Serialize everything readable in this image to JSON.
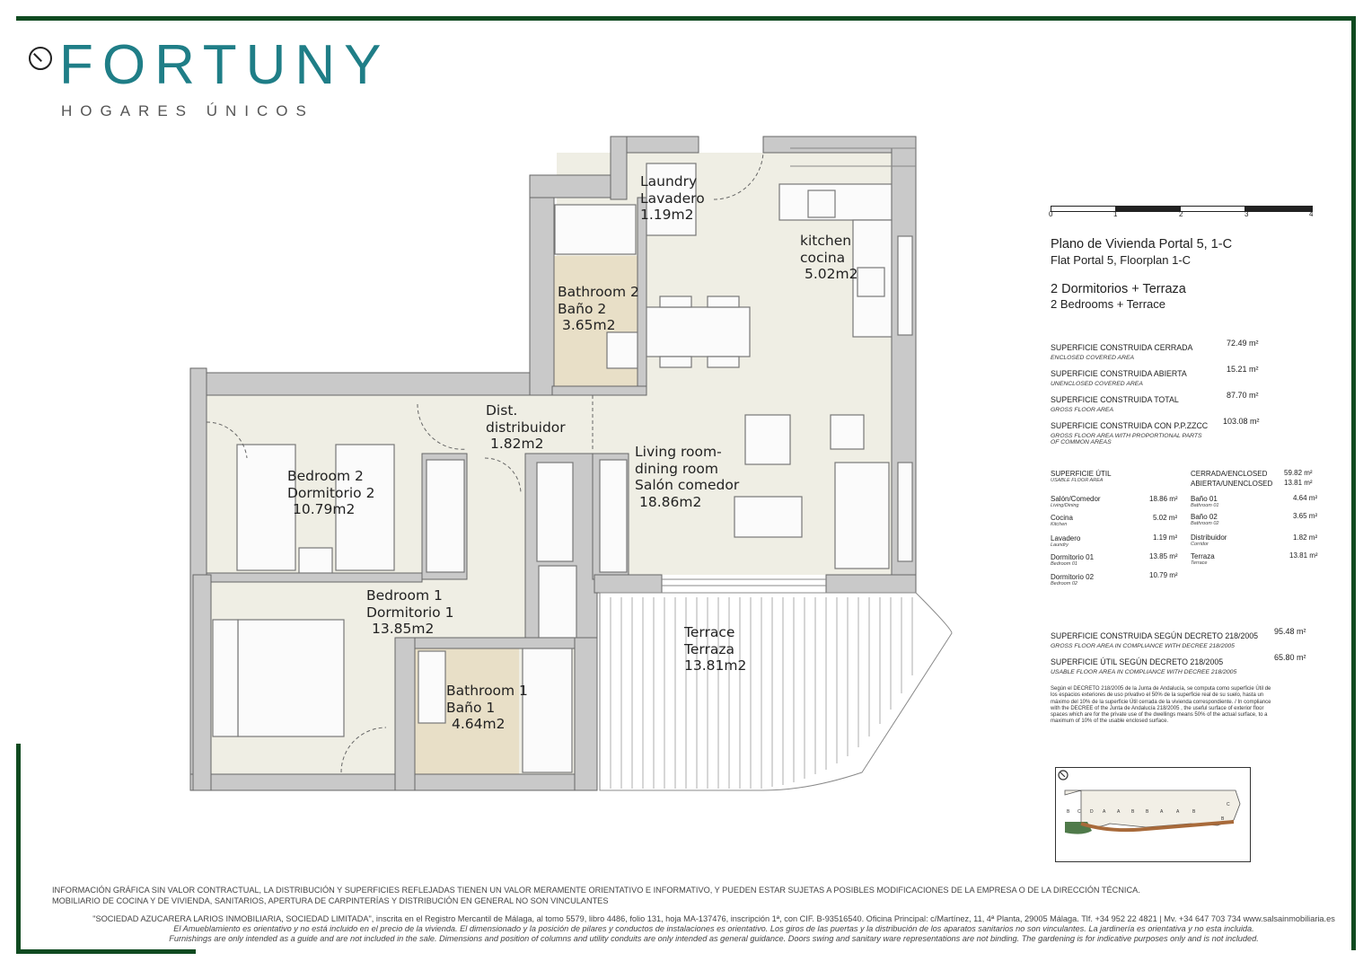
{
  "brand": {
    "name": "FORTUNY",
    "tagline": "HOGARES ÚNICOS"
  },
  "rooms": {
    "laundry": [
      "Laundry",
      "Lavadero",
      "1.19m2"
    ],
    "kitchen": [
      "kitchen",
      "cocina",
      "5.02m2"
    ],
    "bath2": [
      "Bathroom 2",
      "Baño 2",
      "3.65m2"
    ],
    "dist": [
      "Dist.",
      "distribuidor",
      "1.82m2"
    ],
    "bedroom2": [
      "Bedroom 2",
      "Dormitorio 2",
      "10.79m2"
    ],
    "living": [
      "Living room-",
      "dining room",
      "Salón comedor",
      "18.86m2"
    ],
    "bedroom1": [
      "Bedroom 1",
      "Dormitorio 1",
      "13.85m2"
    ],
    "terrace": [
      "Terrace",
      "Terraza",
      "13.81m2"
    ],
    "bath1": [
      "Bathroom 1",
      "Baño 1",
      "4.64m2"
    ]
  },
  "scale": {
    "labels": [
      "0",
      "1",
      "2",
      "3",
      "4"
    ]
  },
  "title": {
    "line1": "Plano de Vivienda Portal 5, 1-C",
    "line2": "Flat Portal 5, Floorplan 1-C",
    "line3": "2 Dormitorios + Terraza",
    "line4": "2 Bedrooms + Terrace"
  },
  "areas": [
    {
      "label": "SUPERFICIE CONSTRUIDA CERRADA",
      "sub": "ENCLOSED COVERED AREA",
      "value": "72.49 m²"
    },
    {
      "label": "SUPERFICIE CONSTRUIDA ABIERTA",
      "sub": "UNENCLOSED COVERED AREA",
      "value": "15.21 m²"
    },
    {
      "label": "SUPERFICIE CONSTRUIDA TOTAL",
      "sub": "GROSS FLOOR AREA",
      "value": "87.70 m²"
    },
    {
      "label": "SUPERFICIE CONSTRUIDA CON P.P.ZZCC",
      "sub": "GROSS FLOOR AREA WITH PROPORTIONAL PARTS OF COMMON AREAS",
      "value": "103.08 m²"
    }
  ],
  "usable": {
    "label": "SUPERFICIE ÚTIL",
    "sub": "USABLE FLOOR AREA",
    "enclosed_label": "CERRADA/ENCLOSED",
    "enclosed_value": "59.82 m²",
    "open_label": "ABIERTA/UNENCLOSED",
    "open_value": "13.81 m²",
    "left": [
      {
        "label": "Salón/Comedor",
        "sub": "Living/Dining",
        "value": "18.86 m²"
      },
      {
        "label": "Cocina",
        "sub": "Kitchen",
        "value": "5.02 m²"
      },
      {
        "label": "Lavadero",
        "sub": "Laundry",
        "value": "1.19 m²"
      },
      {
        "label": "Dormitorio 01",
        "sub": "Bedroom 01",
        "value": "13.85 m²"
      },
      {
        "label": "Dormitorio 02",
        "sub": "Bedroom 02",
        "value": "10.79 m²"
      }
    ],
    "right": [
      {
        "label": "Baño 01",
        "sub": "Bathroom 01",
        "value": "4.64 m²"
      },
      {
        "label": "Baño 02",
        "sub": "Bathroom 02",
        "value": "3.65 m²"
      },
      {
        "label": "Distribuidor",
        "sub": "Corridor",
        "value": "1.82 m²"
      },
      {
        "label": "Terraza",
        "sub": "Terrace",
        "value": "13.81 m²"
      }
    ]
  },
  "decree": [
    {
      "label": "SUPERFICIE CONSTRUIDA SEGÚN DECRETO 218/2005",
      "sub": "GROSS FLOOR AREA IN COMPLIANCE WITH DECREE 218/2005",
      "value": "95.48 m²"
    },
    {
      "label": "SUPERFICIE ÚTIL SEGÚN DECRETO 218/2005",
      "sub": "USABLE FLOOR AREA IN COMPLIANCE WITH DECREE 218/2005",
      "value": "65.80 m²"
    }
  ],
  "note": "Según el DECRETO 218/2005 de la Junta de Andalucía, se computa como superficie Útil de los espacios exteriores de uso privativo el 50% de la superficie real de su suelo, hasta un máximo del 10% de la superficie Útil cerrada de la vivienda correspondiente. / In compliance with the DECREE of the Junta de Andalucía 218/2005 , the useful surface of exterior floor spaces which are for the private use of the dwellings means 50% of the actual surface, to a maximum of 10% of the usable enclosed surface.",
  "footer": {
    "line1": "INFORMACIÓN GRÁFICA SIN VALOR CONTRACTUAL, LA DISTRIBUCIÓN Y SUPERFICIES REFLEJADAS TIENEN UN VALOR MERAMENTE ORIENTATIVO E INFORMATIVO, Y PUEDEN ESTAR SUJETAS A POSIBLES MODIFICACIONES DE LA EMPRESA O DE LA DIRECCIÓN TÉCNICA.",
    "line2": "MOBILIARIO DE COCINA Y DE VIVIENDA, SANITARIOS, APERTURA DE CARPINTERÍAS Y DISTRIBUCIÓN EN GENERAL NO SON VINCULANTES",
    "line3": "\"SOCIEDAD AZUCARERA LARIOS INMOBILIARIA, SOCIEDAD LIMITADA\", inscrita en el Registro Mercantil de Málaga, al tomo 5579, libro 4486, folio 131, hoja MA-137476, inscripción 1ª, con CIF. B-93516540. Oficina Principal: c/Martínez, 11, 4ª Planta, 29005 Málaga. Tlf. +34 952 22 4821 | Mv. +34 647 703 734 www.salsainmobiliaria.es",
    "line4": "El Amueblamiento es orientativo y no está incluido en el precio de la vivienda. El dimensionado y la posición de pilares y conductos de instalaciones es orientativo. Los giros de las puertas y la distribución de los aparatos sanitarios no son vinculantes. La jardinería es orientativa y no esta incluida.",
    "line5": "Furnishings are only intended as a guide and are not included in the sale. Dimensions and position of columns and utility conduits are only intended as general guidance. Doors swing and sanitary ware representations are not binding. The gardening is for indicative purposes only and is not included."
  },
  "keyplan_letters": [
    "C",
    "B",
    "D",
    "A",
    "A",
    "B",
    "B",
    "A",
    "A",
    "B",
    "C",
    "B"
  ]
}
